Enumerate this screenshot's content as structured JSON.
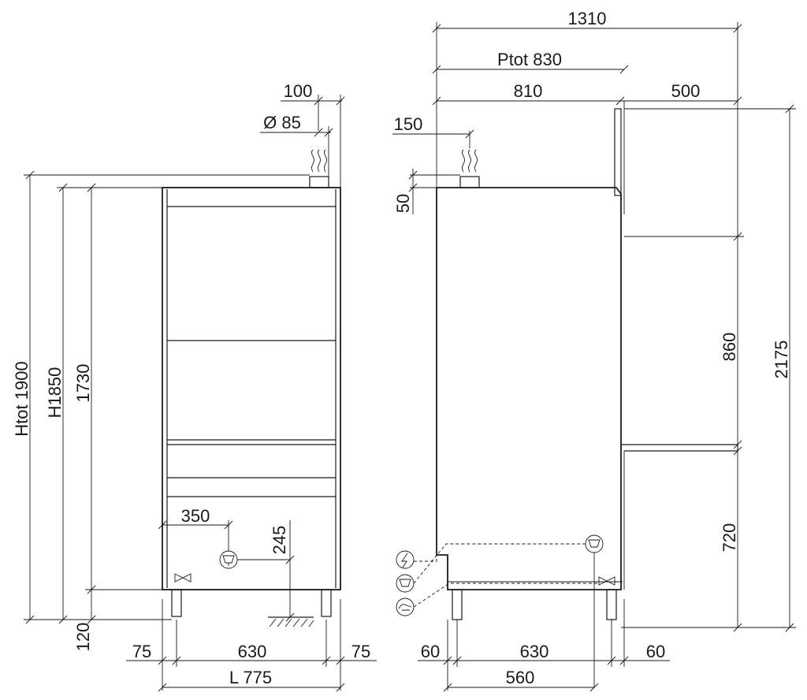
{
  "front_view": {
    "dim_htot": "Htot 1900",
    "dim_h": "H1850",
    "dim_1730": "1730",
    "dim_120": "120",
    "dim_100": "100",
    "dim_diameter": "Ø 85",
    "dim_350": "350",
    "dim_245": "245",
    "dim_left_75": "75",
    "dim_630": "630",
    "dim_right_75": "75",
    "dim_length": "L 775"
  },
  "side_view": {
    "dim_1310": "1310",
    "dim_ptot": "Ptot 830",
    "dim_810": "810",
    "dim_500": "500",
    "dim_150": "150",
    "dim_50": "50",
    "dim_860": "860",
    "dim_2175": "2175",
    "dim_720": "720",
    "dim_left_60": "60",
    "dim_630": "630",
    "dim_right_60": "60",
    "dim_560": "560"
  },
  "icons": [
    "steam-exhaust-icon",
    "drain-icon",
    "water-valve-icon",
    "electrical-icon",
    "water-supply-icon",
    "ground-hatch-icon"
  ]
}
